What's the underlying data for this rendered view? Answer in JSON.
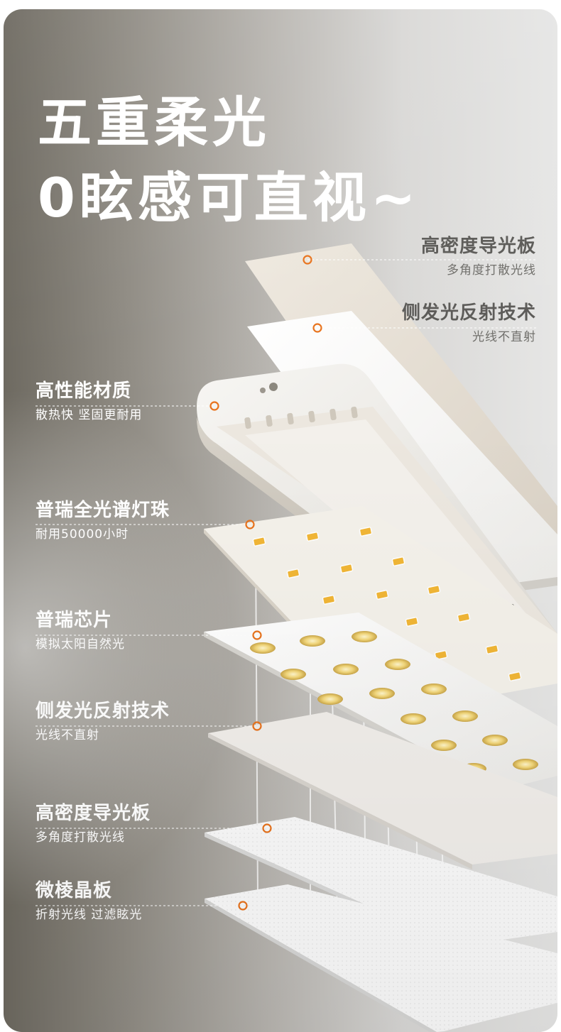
{
  "headline": {
    "line1": "五重柔光",
    "line2": "0眩感可直视~"
  },
  "labels_right": [
    {
      "title": "高密度导光板",
      "sub": "多角度打散光线"
    },
    {
      "title": "侧发光反射技术",
      "sub": "光线不直射"
    }
  ],
  "labels_left": [
    {
      "title": "高性能材质",
      "sub": "散热快 坚固更耐用"
    },
    {
      "title": "普瑞全光谱灯珠",
      "sub": "耐用50000小时"
    },
    {
      "title": "普瑞芯片",
      "sub": "模拟太阳自然光"
    },
    {
      "title": "侧发光反射技术",
      "sub": "光线不直射"
    },
    {
      "title": "高密度导光板",
      "sub": "多角度打散光线"
    },
    {
      "title": "微棱晶板",
      "sub": "折射光线 过滤眩光"
    }
  ],
  "colors": {
    "marker": "#e8731d",
    "headline": "#ffffff",
    "right_label": "#5b5a57"
  }
}
